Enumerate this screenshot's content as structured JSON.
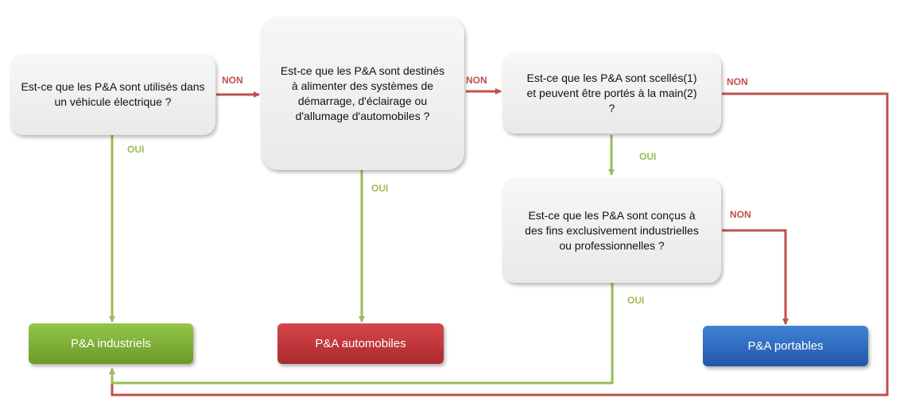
{
  "questions": {
    "q1": "Est-ce que les P&A sont utilisés dans un véhicule électrique ?",
    "q2": "Est-ce que les P&A sont destinés à alimenter des systèmes de démarrage, d'éclairage ou d'allumage d'automobiles ?",
    "q3": "Est-ce que les P&A sont scellés(1) et peuvent être portés à la main(2) ?",
    "q4": "Est-ce que les P&A sont conçus à des fins exclusivement industrielles ou professionnelles ?"
  },
  "results": {
    "industrial": "P&A industriels",
    "automotive": "P&A automobiles",
    "portable": "P&A portables"
  },
  "labels": {
    "yes": "OUI",
    "no": "NON"
  },
  "colors": {
    "yes_arrow": "#9bbb59",
    "no_arrow": "#c0504d",
    "industrial": "#7fb234",
    "automotive": "#c0353a",
    "portable": "#2e6fc4"
  }
}
